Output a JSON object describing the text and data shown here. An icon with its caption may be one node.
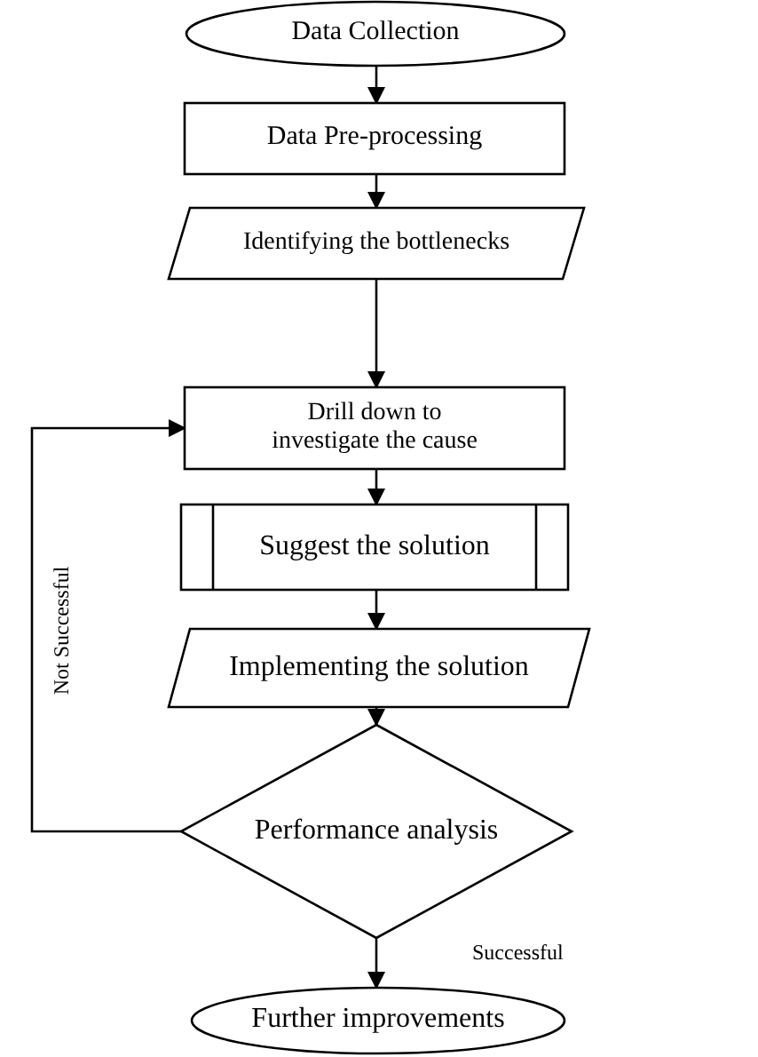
{
  "diagram": {
    "nodes": [
      {
        "text": [
          "Data Collection"
        ]
      },
      {
        "text": [
          "Data Pre-processing"
        ]
      },
      {
        "text": [
          "Identifying the bottlenecks"
        ]
      },
      {
        "text": [
          "Drill down to investigate the cause"
        ]
      },
      {
        "text": [
          "Suggest the solution"
        ]
      },
      {
        "text": [
          "Implementing the solution"
        ]
      },
      {
        "text": [
          "Performance analysis"
        ]
      },
      {
        "text": [
          "Further improvements"
        ]
      }
    ],
    "edges": [
      {
        "from": 0,
        "to": 1,
        "arrow": "to"
      },
      {
        "from": 1,
        "to": 2,
        "arrow": "to"
      },
      {
        "from": 2,
        "to": 3,
        "arrow": "to"
      },
      {
        "from": 3,
        "to": 4,
        "arrow": "to"
      },
      {
        "from": 4,
        "to": 5,
        "arrow": "to"
      },
      {
        "from": 5,
        "to": 6,
        "arrow": "to"
      },
      {
        "from": 6,
        "to": 7,
        "arrow": "to",
        "label": "Successful"
      },
      {
        "from": 6,
        "to": 3,
        "arrow": "to",
        "label": "Not Successful"
      }
    ]
  }
}
